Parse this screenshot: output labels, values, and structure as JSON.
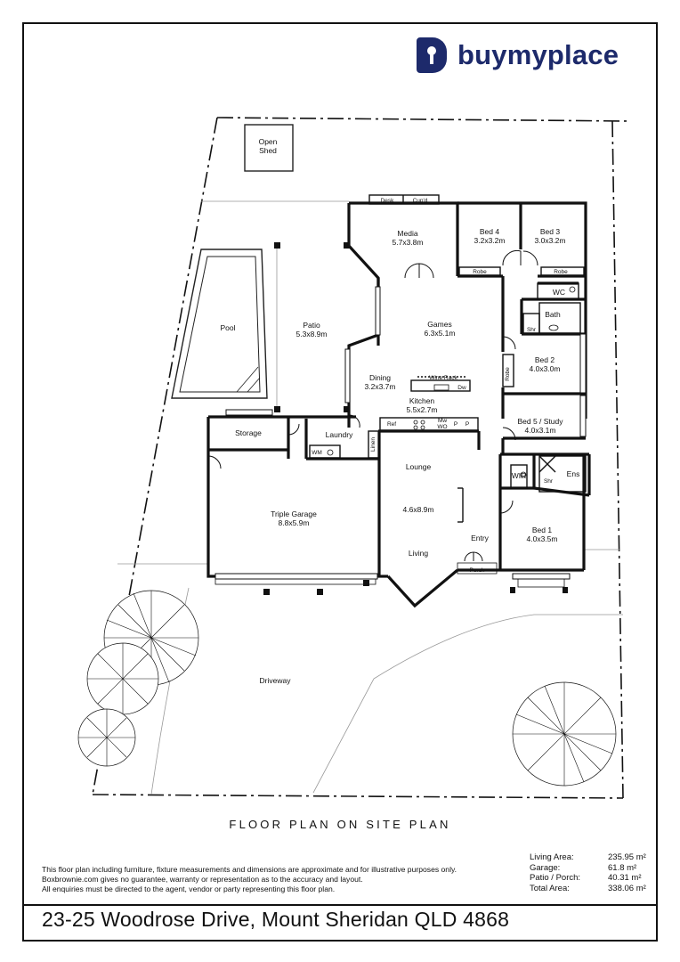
{
  "brand": {
    "name": "buymyplace",
    "logo_icon": "keyhole-b-logo-icon",
    "color": "#1d2a6b"
  },
  "plan": {
    "rooms": {
      "open_shed": [
        "Open",
        "Shed"
      ],
      "media": [
        "Media",
        "5.7x3.8m"
      ],
      "bed4": [
        "Bed 4",
        "3.2x3.2m"
      ],
      "bed3": [
        "Bed 3",
        "3.0x3.2m"
      ],
      "pool": [
        "Pool"
      ],
      "patio": [
        "Patio",
        "5.3x8.9m"
      ],
      "games": [
        "Games",
        "6.3x5.1m"
      ],
      "bath": [
        "Bath"
      ],
      "wc": [
        "WC"
      ],
      "dining": [
        "Dining",
        "3.2x3.7m"
      ],
      "kitchen": [
        "Kitchen",
        "5.5x2.7m"
      ],
      "bed2": [
        "Bed 2",
        "4.0x3.0m"
      ],
      "bed5": [
        "Bed 5 / Study",
        "4.0x3.1m"
      ],
      "storage": [
        "Storage"
      ],
      "laundry": [
        "Laundry"
      ],
      "lounge": [
        "Lounge",
        "4.6x8.9m"
      ],
      "living": [
        "Living"
      ],
      "wir": [
        "WIR"
      ],
      "ens": [
        "Ens"
      ],
      "triple_garage": [
        "Triple Garage",
        "8.8x5.9m"
      ],
      "entry": [
        "Entry"
      ],
      "bed1": [
        "Bed 1",
        "4.0x3.5m"
      ],
      "porch": [
        "Porch"
      ],
      "driveway": [
        "Driveway"
      ]
    },
    "fixtures": {
      "desk": "Desk",
      "cupd": "Cup'd",
      "robe": "Robe",
      "shr": "Shr",
      "wine_rack": "Wine Rack",
      "dw": "Dw",
      "ref": "Ref",
      "mw": "Mw",
      "wo": "WO",
      "p": "P",
      "wm": "WM",
      "linen": "Linen"
    }
  },
  "caption": "FLOOR PLAN ON SITE PLAN",
  "disclaimer": [
    "This floor plan including furniture, fixture measurements and dimensions are approximate and for illustrative purposes only.",
    "Boxbrownie.com gives no guarantee, warranty or representation as to the accuracy and layout.",
    "All enquiries must be directed to the agent, vendor or party representing this floor plan."
  ],
  "areas": [
    {
      "label": "Living Area:",
      "value": "235.95 m²"
    },
    {
      "label": "Garage:",
      "value": "61.8 m²"
    },
    {
      "label": "Patio / Porch:",
      "value": "40.31 m²"
    },
    {
      "label": "Total Area:",
      "value": "338.06 m²"
    }
  ],
  "address": "23-25 Woodrose Drive, Mount Sheridan QLD 4868"
}
